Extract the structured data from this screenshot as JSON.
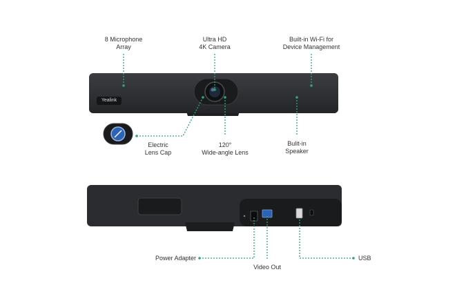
{
  "brand": "Yealink",
  "front_labels": {
    "mic": [
      "8 Microphone",
      "Array"
    ],
    "camera": [
      "Ultra HD",
      "4K Camera"
    ],
    "wifi": [
      "Built-in Wi-Fi for",
      "Device Management"
    ],
    "lens_cap": [
      "Electric",
      "Lens Cap"
    ],
    "lens": [
      "120°",
      "Wide-angle Lens"
    ],
    "speaker": [
      "Bulit-in",
      "Speaker"
    ]
  },
  "back_labels": {
    "power": "Power Adapter",
    "video": "Video Out",
    "usb": "USB"
  },
  "colors": {
    "accent": "#2fa57a",
    "device_body": "#2b2d30",
    "device_dark": "#1c1d1f",
    "lens_blue": "#2b63b8"
  }
}
